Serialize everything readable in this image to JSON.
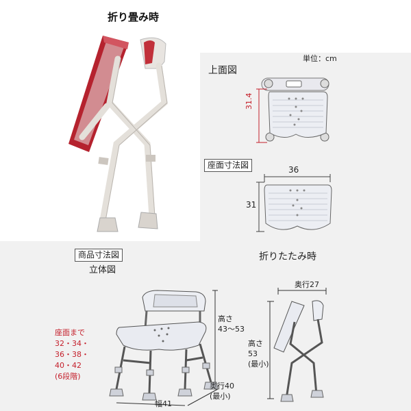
{
  "photo_caption": "折り畳み時",
  "unit_label": "単位：cm",
  "top_view": {
    "label": "上面図",
    "depth": "31.4"
  },
  "seat_dims": {
    "label": "座面寸法図",
    "width": "36",
    "depth": "31"
  },
  "product_dims": {
    "label": "商品寸法図",
    "view_label": "立体図",
    "seat_height_lines": [
      "座面まで",
      "32・34・",
      "36・38・",
      "40・42",
      "(6段階)"
    ],
    "height_lines": [
      "高さ",
      "43〜53"
    ],
    "depth_lines": [
      "奥行40",
      "(最小)"
    ],
    "width": "幅41"
  },
  "folded": {
    "label": "折りたたみ時",
    "depth": "奥行27",
    "height_lines": [
      "高さ",
      "53",
      "(最小)"
    ]
  },
  "colors": {
    "accent_red": "#c41e2a",
    "panel_gray": "#f1f1f1"
  }
}
